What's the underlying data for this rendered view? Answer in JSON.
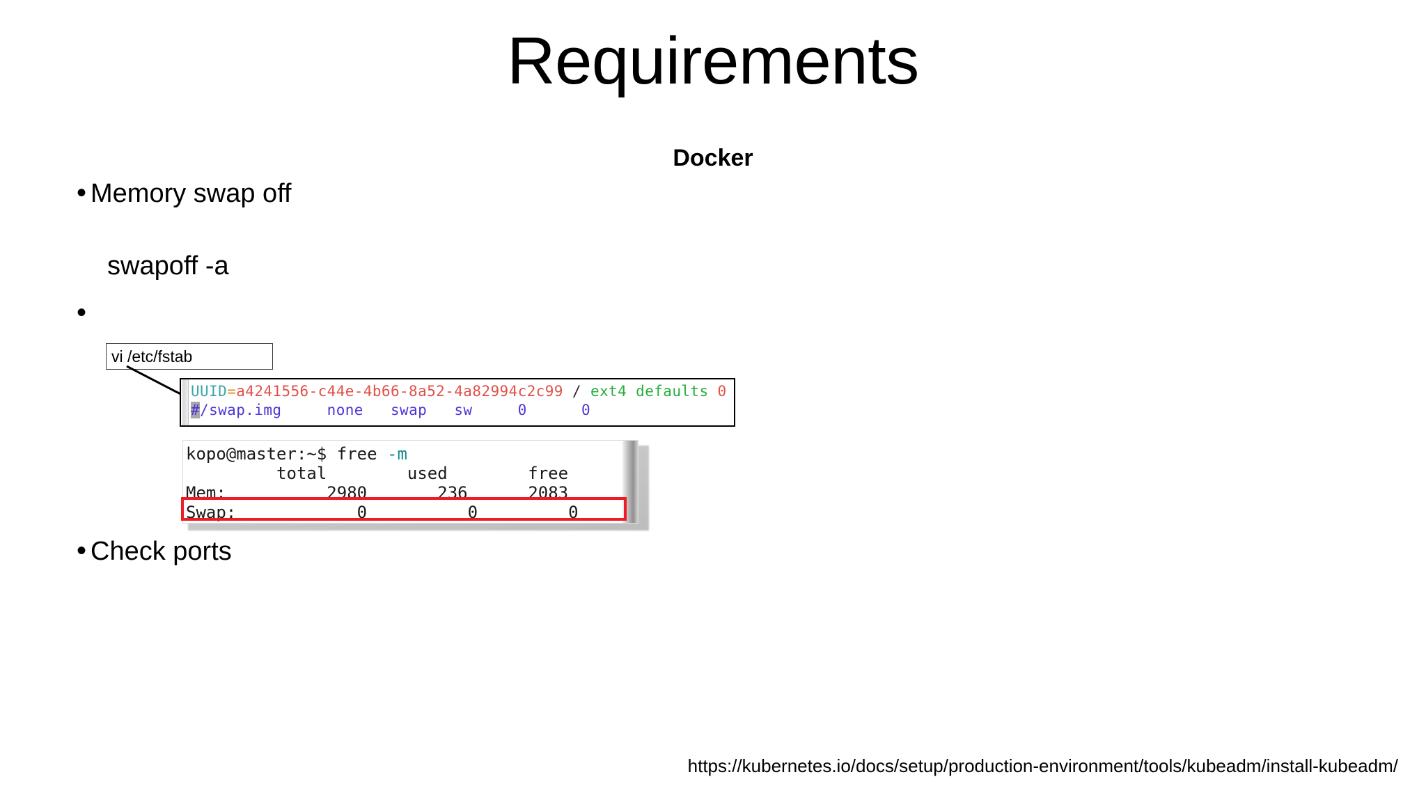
{
  "slide": {
    "title": "Requirements",
    "subtitle": "Docker",
    "footer_url": "https://kubernetes.io/docs/setup/production-environment/tools/kubeadm/install-kubeadm/",
    "bullet_glyph": "•"
  },
  "bullets": [
    {
      "label": "Memory swap off"
    },
    {
      "label": ""
    },
    {
      "label": "Check ports"
    }
  ],
  "sub_line": "swapoff -a",
  "callout": {
    "label": "vi /etc/fstab"
  },
  "fstab_capture": {
    "line1": {
      "key": "UUID",
      "equals": "=",
      "uuid": "a4241556-c44e-4b66-8a52-4a82994c2c99",
      "mountpoint": "/",
      "fstype_opts": "ext4 defaults",
      "dump_pass": "0 0"
    },
    "line2": {
      "cursor_char": "#",
      "device": "/swap.img",
      "mountpoint": "none",
      "fstype": "swap",
      "options": "sw",
      "dump": "0",
      "pass": "0"
    }
  },
  "free_capture": {
    "prompt": "kopo@master:~$ ",
    "command": "free ",
    "flag": "-m",
    "headers": [
      "total",
      "used",
      "free"
    ],
    "rows": [
      {
        "label": "Mem:",
        "total": "2980",
        "used": "236",
        "free": "2083"
      },
      {
        "label": "Swap:",
        "total": "0",
        "used": "0",
        "free": "0"
      }
    ]
  },
  "colors": {
    "highlight_red": "#ee1c25",
    "uuid_key": "#3aa6a6",
    "uuid_value": "#e05048",
    "fstype_green": "#27ae3e",
    "swapline_blue": "#4b35d6",
    "flag_teal": "#168c8c"
  }
}
